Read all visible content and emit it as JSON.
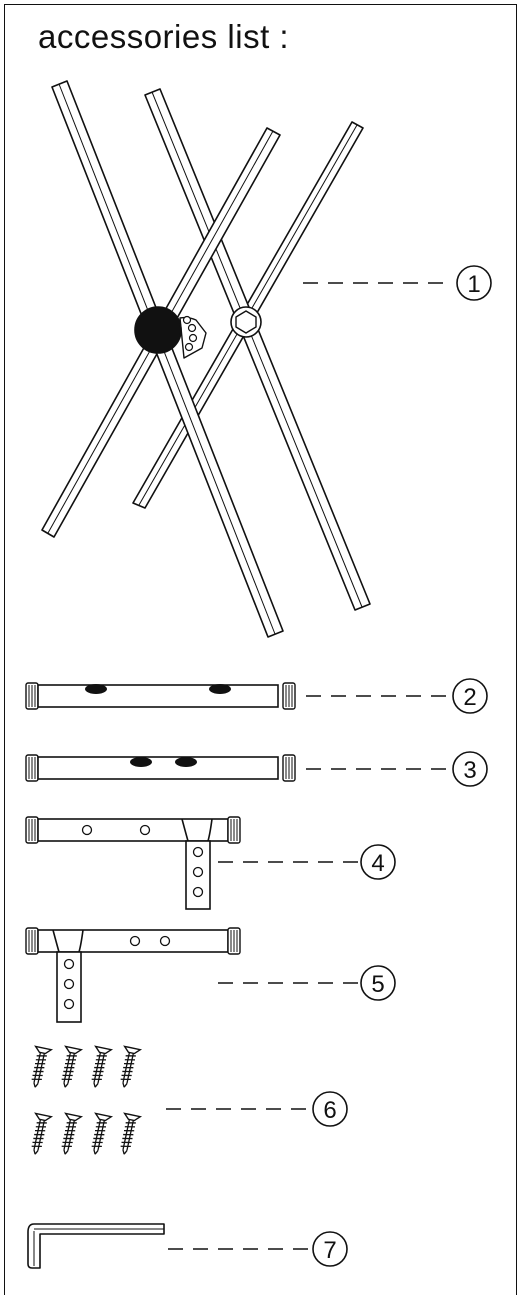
{
  "title": "accessories list :",
  "parts": [
    {
      "number": "1",
      "name": "x-frame-icon"
    },
    {
      "number": "2",
      "name": "crossbar-two-slots-icon"
    },
    {
      "number": "3",
      "name": "crossbar-center-slots-icon"
    },
    {
      "number": "4",
      "name": "t-bracket-right-icon"
    },
    {
      "number": "5",
      "name": "t-bracket-left-icon"
    },
    {
      "number": "6",
      "name": "screws-icon"
    },
    {
      "number": "7",
      "name": "hex-key-icon"
    }
  ]
}
